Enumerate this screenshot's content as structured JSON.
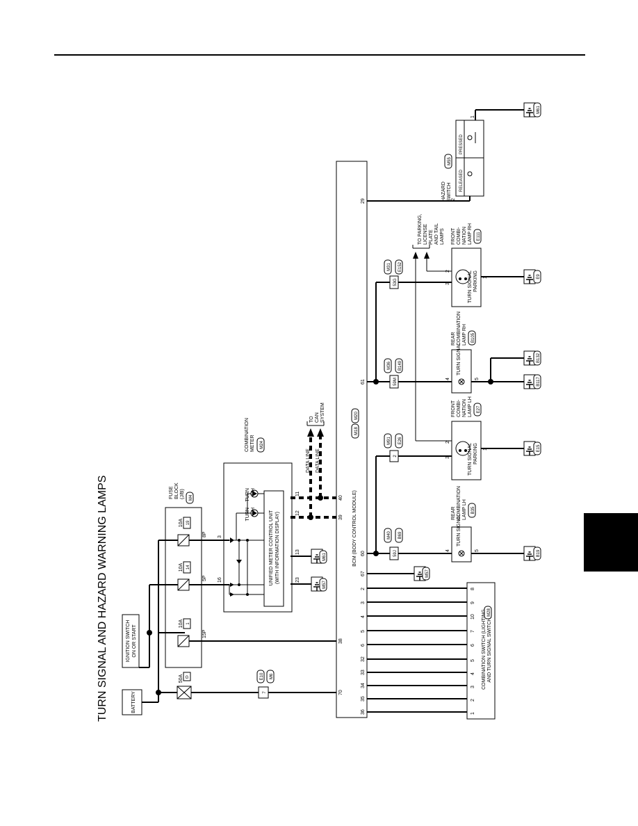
{
  "title": "TURN SIGNAL AND HAZARD WARNING LAMPS",
  "battery": "BATTERY",
  "ignition": {
    "line1": "IGNITION SWITCH",
    "line2": "ON OR START"
  },
  "fusible_link": {
    "amp": "50A",
    "id": "G"
  },
  "fuse_block": {
    "line1": "FUSE",
    "line2": "BLOCK",
    "line3": "(J/B)",
    "conn": "M4"
  },
  "fuses": [
    {
      "amp": "10A",
      "id": "1",
      "term": "15P"
    },
    {
      "amp": "10A",
      "id": "14",
      "term": "5P"
    },
    {
      "amp": "10A",
      "id": "19",
      "term": "8P"
    }
  ],
  "joint": {
    "conn1": "E10",
    "conn2": "M6",
    "pin": "7"
  },
  "meter": {
    "line1": "COMBINATION",
    "line2": "METER",
    "conn": "M24",
    "unit1": "UNIFIED METER CONTROL UNIT",
    "unit2": "(WITH INFORMATION DISPLAY)",
    "turn_lh1": "TURN",
    "turn_lh2": "LH",
    "turn_rh1": "TURN",
    "turn_rh2": "RH",
    "pins": [
      "16",
      "3",
      "23",
      "13",
      "12",
      "11"
    ],
    "grounds": [
      "M57",
      "M61"
    ]
  },
  "data_line": {
    "label1": "DATA LINE",
    "label2": "DATA LINE",
    "to1": "TO",
    "to2": "CAN",
    "to3": "SYSTEM"
  },
  "bcm": {
    "name": "BCM (BODY CONTROL MODULE)",
    "conn1": "M18",
    "conn2": "M20",
    "pins_left": [
      "36",
      "35",
      "34",
      "33",
      "32",
      "6",
      "5",
      "4",
      "3",
      "2",
      "67",
      "38",
      "70"
    ],
    "pins_right": [
      "60",
      "39",
      "40",
      "61",
      "29"
    ],
    "ground": "M57"
  },
  "combo_switch": {
    "line1": "COMBINATION SWITCH (LIGHTING",
    "line2": "AND TURN SIGNAL SWITCH)",
    "conn": "M28",
    "pins": [
      "1",
      "2",
      "3",
      "4",
      "5",
      "6",
      "7",
      "10",
      "9",
      "8"
    ]
  },
  "rear_lh": {
    "line1": "REAR",
    "line2": "COMBINATION",
    "line3": "LAMP LH",
    "conn": "B35",
    "lamp": "TURN SIGNAL",
    "pin_in": "4",
    "pin_gnd": "5",
    "ground": "B19",
    "jc1": "M40",
    "jc2": "B69",
    "jpin": "59J"
  },
  "front_lh": {
    "line1": "FRONT",
    "line2": "COMBI-",
    "line3": "NATION",
    "line4": "LAMP LH",
    "conn": "E27",
    "turn": "TURN SIGNAL",
    "parking": "PARKING",
    "pin_turn": "3",
    "pin_park": "2",
    "pin_gnd": "1",
    "ground": "E15",
    "jc1": "M91",
    "jc2": "E26",
    "jpin": "2"
  },
  "rear_rh": {
    "line1": "REAR",
    "line2": "COMBINATION",
    "line3": "LAMP RH",
    "conn": "B105",
    "lamp": "TURN SIGNAL",
    "pin_in": "4",
    "pin_gnd": "5",
    "grounds": [
      "B117",
      "B132"
    ],
    "jc1": "M36",
    "jc2": "B149",
    "jpin": "59M"
  },
  "front_rh": {
    "line1": "FRONT",
    "line2": "COMBI-",
    "line3": "NATION",
    "line4": "LAMP RH",
    "conn": "E111",
    "turn": "TURN SIGNAL",
    "parking": "PARKING",
    "pin_turn": "3",
    "pin_park": "2",
    "pin_gnd": "1",
    "ground": "E9",
    "jc1": "M31",
    "jc2": "E152",
    "jpin": "53G"
  },
  "parking_note": {
    "line1": "TO PARKING,",
    "line2": "LICENSE",
    "line3": "PLATE",
    "line4": "AND TAIL",
    "line5": "LAMPS"
  },
  "hazard": {
    "line1": "HAZARD",
    "line2": "SWITCH",
    "conn": "M55",
    "released": "RELEASED",
    "pressed": "PRESSED",
    "pin1": "2",
    "pin2": "1",
    "ground": "M61"
  }
}
